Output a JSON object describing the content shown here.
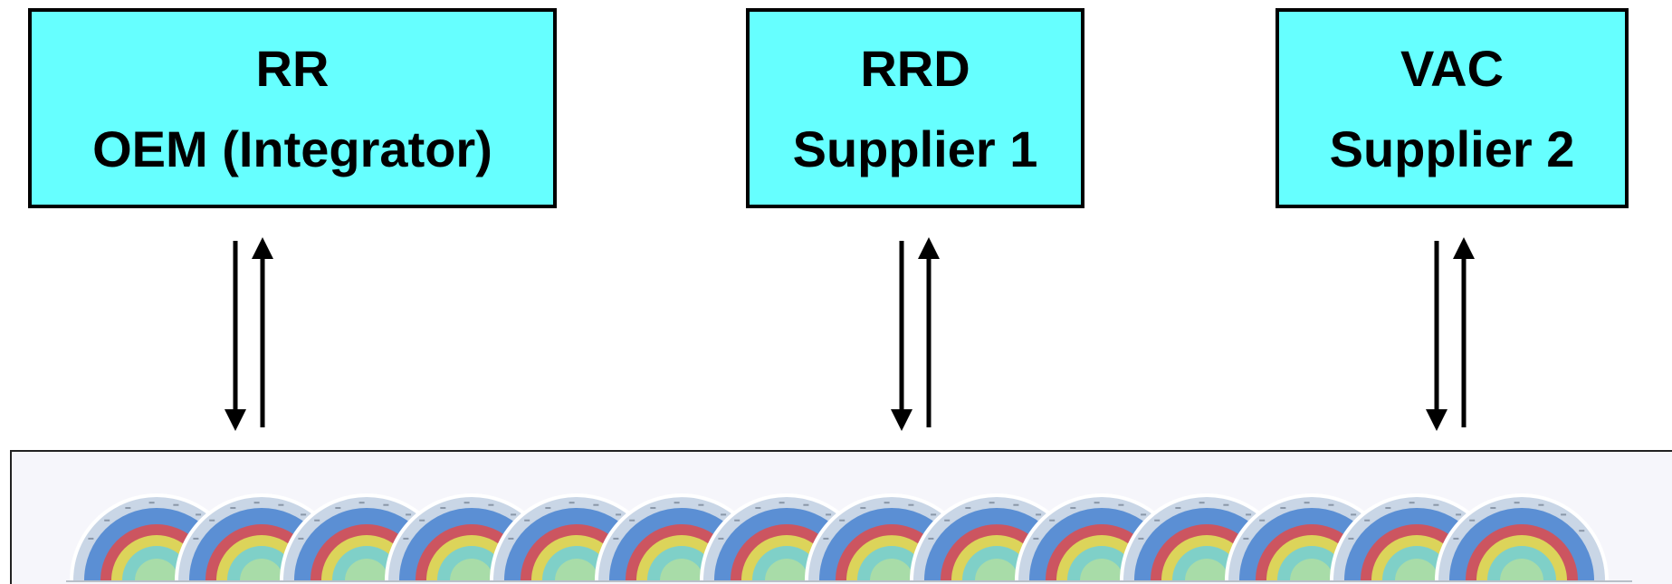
{
  "boxes": [
    {
      "id": "rr",
      "code": "RR",
      "role": "OEM (Integrator)"
    },
    {
      "id": "rrd",
      "code": "RRD",
      "role": "Supplier 1"
    },
    {
      "id": "vac",
      "code": "VAC",
      "role": "Supplier 2"
    }
  ],
  "colors": {
    "box_fill": "#66ffff",
    "border": "#000000",
    "panel_background": "#f6f6fb",
    "fan_outer": "#c9d6e6",
    "fan_blue": "#5b8fd4",
    "fan_red": "#cc5560",
    "fan_yellow": "#dcd45a",
    "fan_teal": "#7fd0c8",
    "fan_center": "#a8dca8"
  },
  "panel": {
    "fan_count": 14,
    "fan_icon": "multi-ring-fan-icon"
  }
}
